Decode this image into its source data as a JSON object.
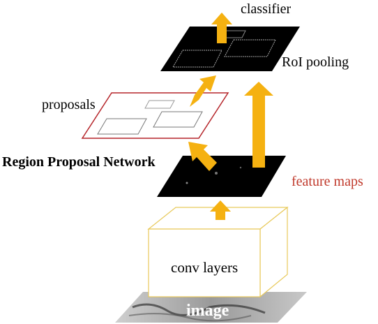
{
  "labels": {
    "classifier": "classifier",
    "roi_pooling": "RoI pooling",
    "proposals": "proposals",
    "rpn": "Region Proposal Network",
    "feature_maps": "feature maps",
    "conv_layers": "conv layers",
    "image": "image"
  },
  "colors": {
    "arrow": "#f5b111",
    "proposal_border": "#b5252a",
    "conv_border": "#e8c95a",
    "feature_text": "#c0392b",
    "map_fill": "#000000"
  }
}
